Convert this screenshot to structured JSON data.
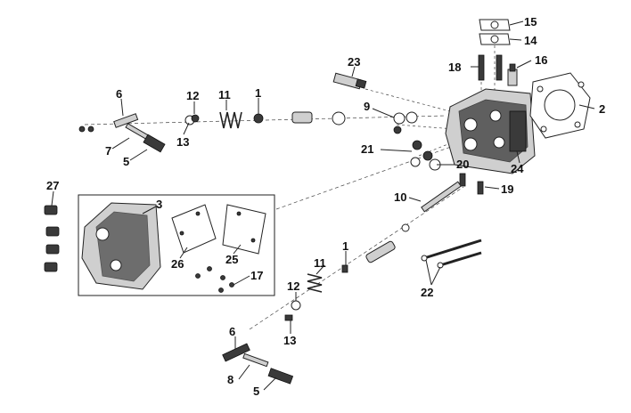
{
  "callouts": {
    "c1_top": "1",
    "c1_bot": "1",
    "c2": "2",
    "c3": "3",
    "c5_top": "5",
    "c5_bot": "5",
    "c6_top": "6",
    "c6_bot": "6",
    "c7": "7",
    "c8": "8",
    "c9": "9",
    "c10": "10",
    "c11_top": "11",
    "c11_bot": "11",
    "c12_top": "12",
    "c12_bot": "12",
    "c13_top": "13",
    "c13_bot": "13",
    "c14": "14",
    "c15": "15",
    "c16": "16",
    "c17": "17",
    "c18": "18",
    "c19": "19",
    "c20": "20",
    "c21": "21",
    "c22": "22",
    "c23": "23",
    "c24": "24",
    "c25": "25",
    "c26": "26",
    "c27": "27"
  }
}
